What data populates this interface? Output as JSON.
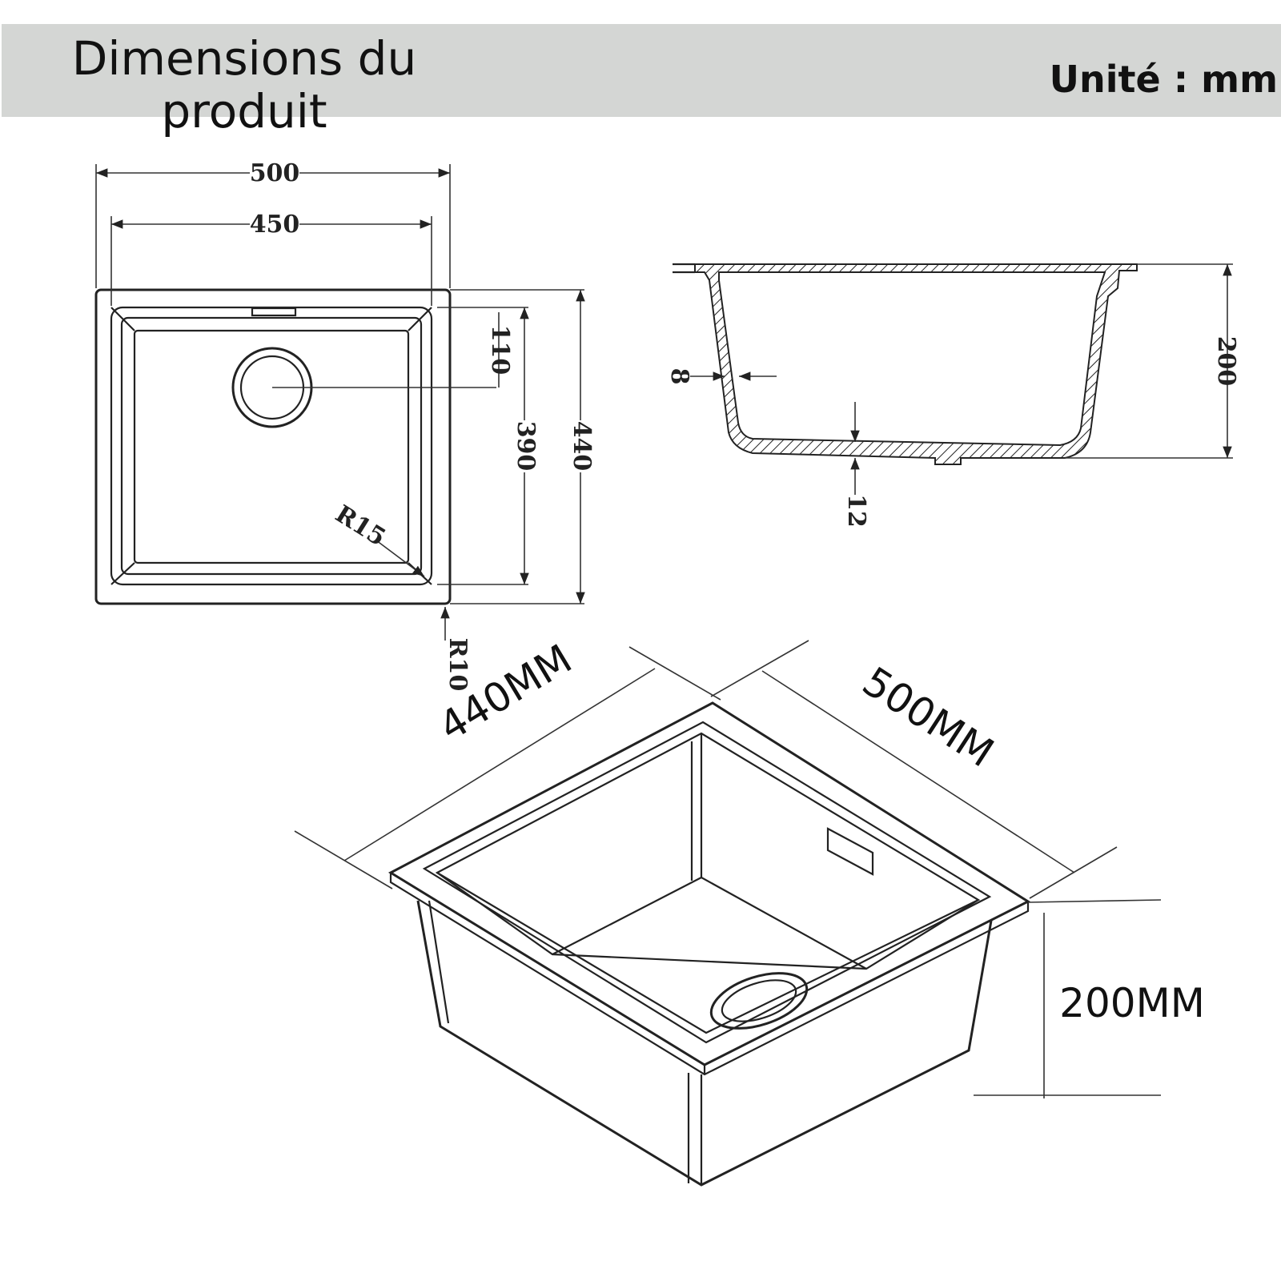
{
  "header": {
    "title_line1": "Dimensions du",
    "title_line2": "produit",
    "unit": "Unité : mm"
  },
  "top_view": {
    "width_outer": "500",
    "width_inner": "450",
    "drain_offset": "110",
    "depth_inner": "390",
    "depth_outer": "440",
    "inner_radius": "R15",
    "outer_radius": "R10"
  },
  "section_view": {
    "wall_thickness": "8",
    "bottom_thickness": "12",
    "height": "200"
  },
  "iso_view": {
    "depth_label": "440MM",
    "width_label": "500MM",
    "height_label": "200MM"
  }
}
